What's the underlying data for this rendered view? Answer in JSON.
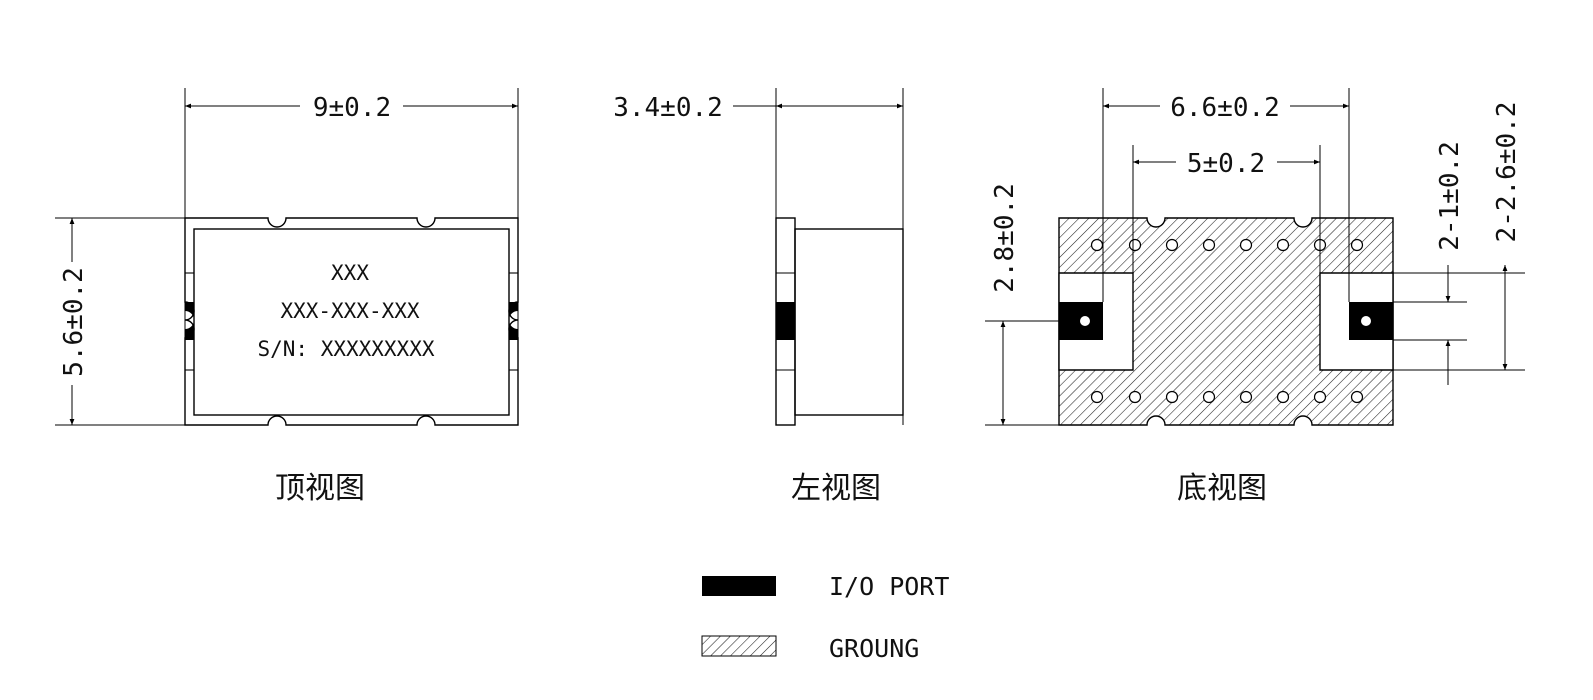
{
  "dimensions": {
    "top_width": "9±0.2",
    "top_height": "5.6±0.2",
    "side_depth": "3.4±0.2",
    "bottom_outer": "6.6±0.2",
    "bottom_inner": "5±0.2",
    "pin_center": "2.8±0.2",
    "pad_width": "2-1±0.2",
    "pad_span": "2-2.6±0.2"
  },
  "top_marking": {
    "line1": "XXX",
    "line2": "XXX-XXX-XXX",
    "line3": "S/N: XXXXXXXXX"
  },
  "captions": {
    "top_view": "顶视图",
    "left_view": "左视图",
    "bottom_view": "底视图"
  },
  "legend": {
    "io_port": "I/O  PORT",
    "ground": "GROUNG"
  },
  "colors": {
    "line": "#000000",
    "port_fill": "#000000",
    "hatch": "#222222"
  }
}
